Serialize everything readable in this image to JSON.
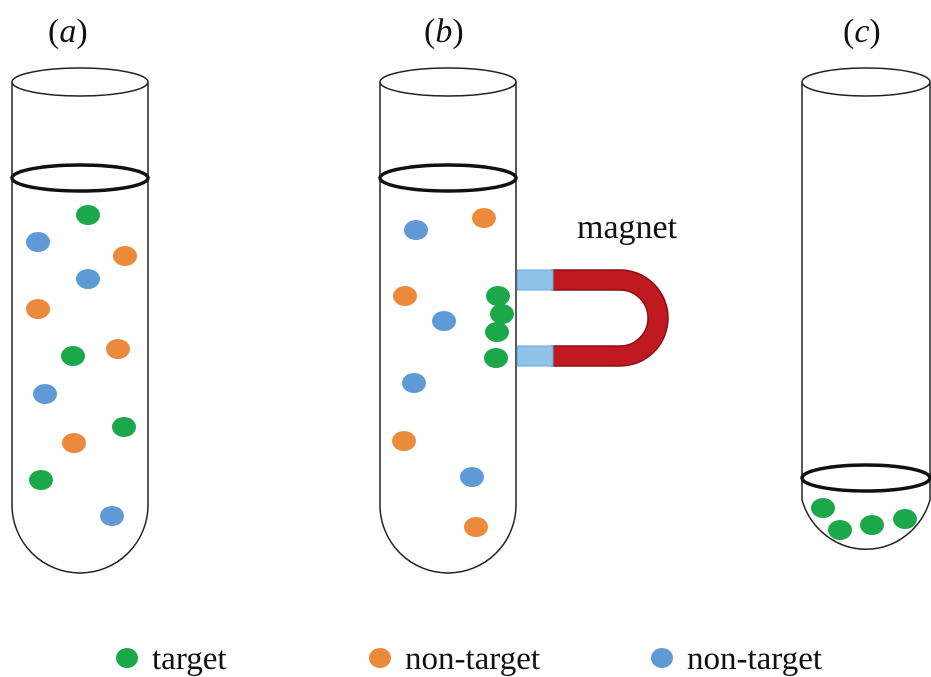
{
  "panels": [
    {
      "label_open": "(",
      "label_letter": "a",
      "label_close": ")"
    },
    {
      "label_open": "(",
      "label_letter": "b",
      "label_close": ")"
    },
    {
      "label_open": "(",
      "label_letter": "c",
      "label_close": ")"
    }
  ],
  "magnet": {
    "label": "magnet"
  },
  "legend": [
    {
      "label": "target",
      "color": "#1aa84a"
    },
    {
      "label": "non-target",
      "color": "#ec8a3c"
    },
    {
      "label": "non-target",
      "color": "#5f9ad6"
    }
  ],
  "colors": {
    "target": "#1aa84a",
    "non_target_orange": "#ec8a3c",
    "non_target_blue": "#5f9ad6",
    "magnet_body": "#c01a20",
    "magnet_pole": "#8fc3ea"
  }
}
